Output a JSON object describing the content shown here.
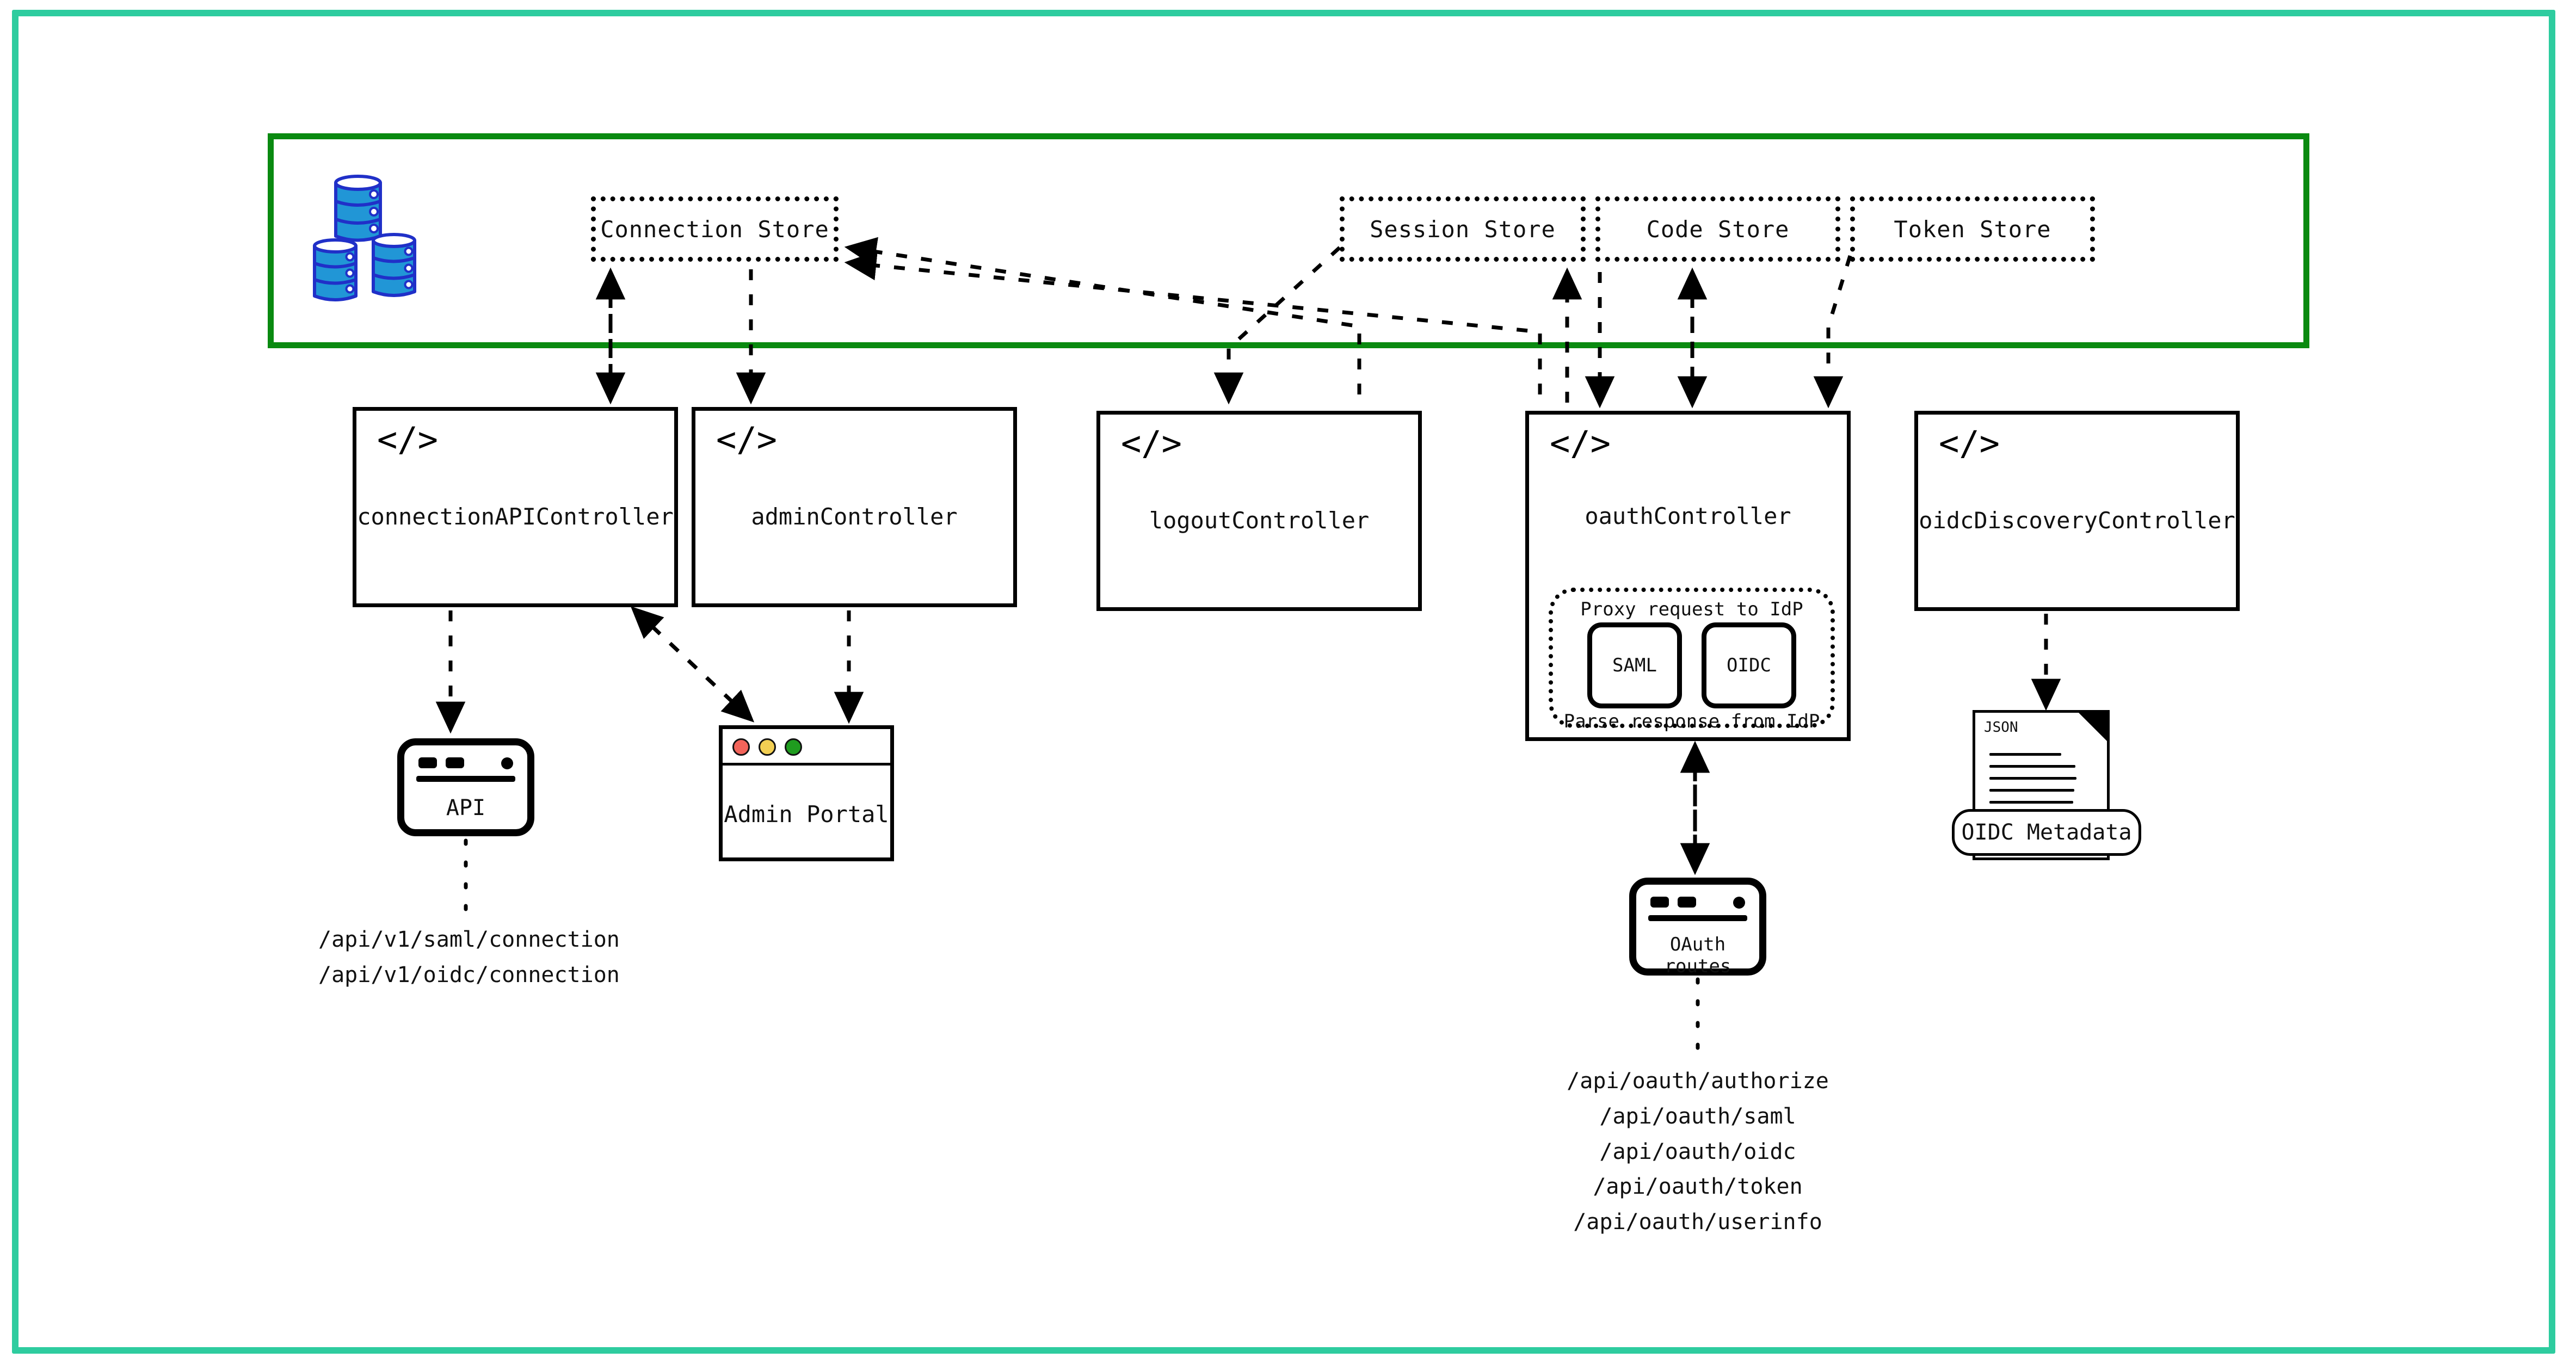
{
  "colors": {
    "frame_teal": "#2ecc9f",
    "store_green": "#0a8a10",
    "stroke": "#000000",
    "db_fill": "#2196d6",
    "db_outline": "#2030c8",
    "traffic_red": "#f2645a",
    "traffic_yellow": "#f2cf53",
    "traffic_green": "#1f9c1f"
  },
  "store_layer": {
    "db_icon_name": "database-stack-icon",
    "boxes": [
      {
        "id": "connection-store",
        "label": "Connection Store"
      },
      {
        "id": "session-store",
        "label": "Session Store"
      },
      {
        "id": "code-store",
        "label": "Code Store"
      },
      {
        "id": "token-store",
        "label": "Token Store"
      }
    ]
  },
  "controllers": [
    {
      "id": "connection-api-controller",
      "label": "connectionAPIController",
      "icon": "code-icon"
    },
    {
      "id": "admin-controller",
      "label": "adminController",
      "icon": "code-icon"
    },
    {
      "id": "logout-controller",
      "label": "logoutController",
      "icon": "code-icon"
    },
    {
      "id": "oauth-controller",
      "label": "oauthController",
      "icon": "code-icon"
    },
    {
      "id": "oidc-discovery-controller",
      "label": "oidcDiscoveryController",
      "icon": "code-icon"
    }
  ],
  "proxy_group": {
    "title": "Proxy request to IdP",
    "footer": "Parse response from IdP",
    "chips": [
      {
        "id": "saml-chip",
        "label": "SAML"
      },
      {
        "id": "oidc-chip",
        "label": "OIDC"
      }
    ]
  },
  "nodes": {
    "api": {
      "label": "API",
      "icon": "browser-window-icon"
    },
    "admin_portal": {
      "label": "Admin Portal",
      "icon": "browser-window-icon"
    },
    "oauth_routes": {
      "label": "OAuth routes",
      "icon": "browser-window-icon"
    },
    "oidc_metadata": {
      "label": "OIDC Metadata",
      "doc_tag": "JSON",
      "icon": "json-document-icon"
    }
  },
  "endpoints": {
    "connection_api": [
      "/api/v1/saml/connection",
      "/api/v1/oidc/connection"
    ],
    "oauth": [
      "/api/oauth/authorize",
      "/api/oauth/saml",
      "/api/oauth/oidc",
      "/api/oauth/token",
      "/api/oauth/userinfo"
    ]
  }
}
